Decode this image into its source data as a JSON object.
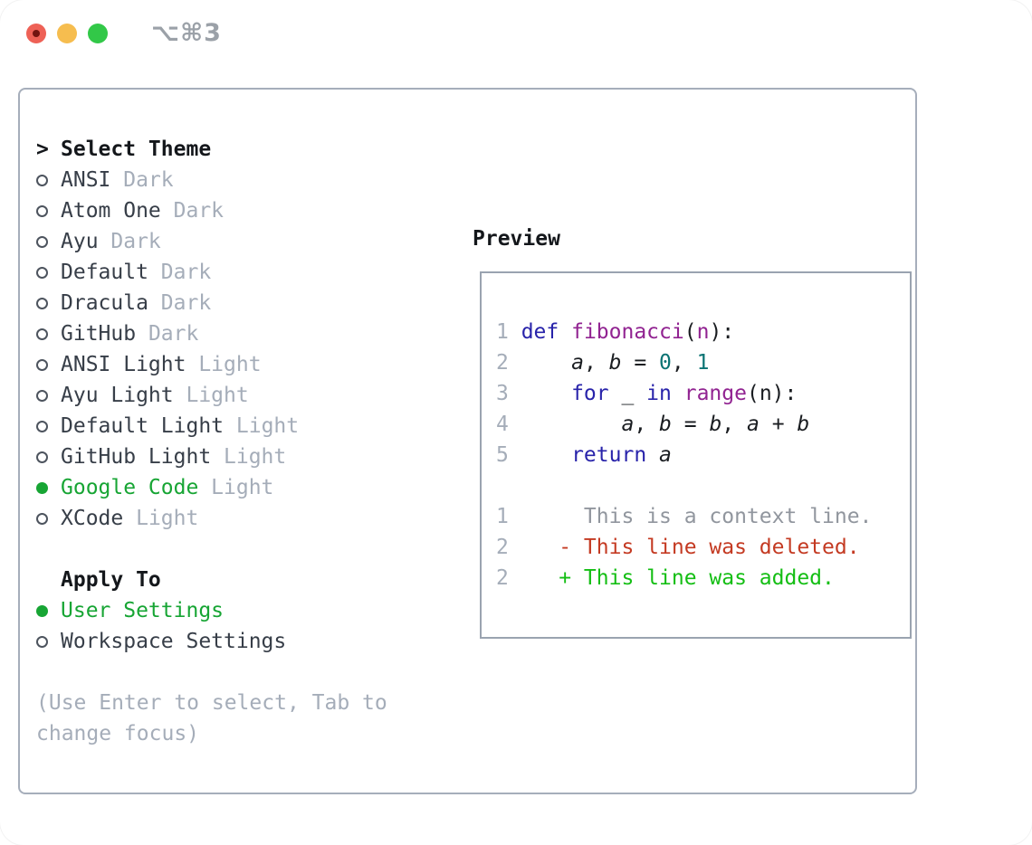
{
  "window": {
    "title": "⌥⌘3"
  },
  "theme_panel": {
    "focus_indicator": ">",
    "header": "Select Theme",
    "items": [
      {
        "name": "ANSI",
        "variant": "Dark",
        "selected": false
      },
      {
        "name": "Atom One",
        "variant": "Dark",
        "selected": false
      },
      {
        "name": "Ayu",
        "variant": "Dark",
        "selected": false
      },
      {
        "name": "Default",
        "variant": "Dark",
        "selected": false
      },
      {
        "name": "Dracula",
        "variant": "Dark",
        "selected": false
      },
      {
        "name": "GitHub",
        "variant": "Dark",
        "selected": false
      },
      {
        "name": "ANSI Light",
        "variant": "Light",
        "selected": false
      },
      {
        "name": "Ayu Light",
        "variant": "Light",
        "selected": false
      },
      {
        "name": "Default Light",
        "variant": "Light",
        "selected": false
      },
      {
        "name": "GitHub Light",
        "variant": "Light",
        "selected": false
      },
      {
        "name": "Google Code",
        "variant": "Light",
        "selected": true
      },
      {
        "name": "XCode",
        "variant": "Light",
        "selected": false
      }
    ]
  },
  "apply_panel": {
    "header": "Apply To",
    "options": [
      {
        "name": "User Settings",
        "selected": true
      },
      {
        "name": "Workspace Settings",
        "selected": false
      }
    ]
  },
  "hint": {
    "line1": "(Use Enter to select, Tab to",
    "line2": "change focus)"
  },
  "preview": {
    "header": "Preview",
    "lines": [
      {
        "num": "1",
        "tokens": [
          [
            "def",
            "kw"
          ],
          [
            " ",
            "pl"
          ],
          [
            "fibonacci",
            "fn"
          ],
          [
            "(",
            "pl"
          ],
          [
            "n",
            "prm"
          ],
          [
            "):",
            "pl"
          ]
        ]
      },
      {
        "num": "2",
        "tokens": [
          [
            "    ",
            "pl"
          ],
          [
            "a",
            "vr"
          ],
          [
            ", ",
            "pl"
          ],
          [
            "b",
            "vr"
          ],
          [
            " = ",
            "pl"
          ],
          [
            "0",
            "lit"
          ],
          [
            ", ",
            "pl"
          ],
          [
            "1",
            "lit"
          ]
        ]
      },
      {
        "num": "3",
        "tokens": [
          [
            "    ",
            "pl"
          ],
          [
            "for",
            "kw"
          ],
          [
            " _ ",
            "pl"
          ],
          [
            "in",
            "kw"
          ],
          [
            " ",
            "pl"
          ],
          [
            "range",
            "fn"
          ],
          [
            "(n):",
            "pl"
          ]
        ]
      },
      {
        "num": "4",
        "tokens": [
          [
            "        ",
            "pl"
          ],
          [
            "a",
            "vr"
          ],
          [
            ", ",
            "pl"
          ],
          [
            "b",
            "vr"
          ],
          [
            " = ",
            "pl"
          ],
          [
            "b",
            "vr"
          ],
          [
            ", ",
            "pl"
          ],
          [
            "a",
            "vr"
          ],
          [
            " + ",
            "pl"
          ],
          [
            "b",
            "vr"
          ]
        ]
      },
      {
        "num": "5",
        "tokens": [
          [
            "    ",
            "pl"
          ],
          [
            "return",
            "kw"
          ],
          [
            " ",
            "pl"
          ],
          [
            "a",
            "vr"
          ]
        ]
      },
      {
        "num": "",
        "tokens": []
      },
      {
        "num": "1",
        "tokens": [
          [
            "     This is a context line.",
            "ctx"
          ]
        ]
      },
      {
        "num": "2",
        "tokens": [
          [
            "   - This line was deleted.",
            "del"
          ]
        ]
      },
      {
        "num": "2",
        "tokens": [
          [
            "   + This line was added.",
            "add"
          ]
        ]
      }
    ]
  },
  "colors": {
    "tl_red": "#ee6156",
    "tl_red_dot": "#731410",
    "tl_yellow": "#f6bd4f",
    "tl_green": "#32c848",
    "title_gray": "#9ba1a8",
    "panel_border": "#a6aebb",
    "preview_border": "#9aa3b0",
    "heading_black": "#14171b",
    "item_dark": "#373e48",
    "muted_gray": "#a5adb9",
    "radio_ring": "#4d545e",
    "selected_green": "#17a534",
    "code_black": "#1a1d21",
    "keyword_blue": "#2823aa",
    "function_purple": "#912391",
    "literal_teal": "#0a7373",
    "context_gray": "#91969e",
    "deleted_red": "#c43a22",
    "added_green": "#14be14"
  }
}
